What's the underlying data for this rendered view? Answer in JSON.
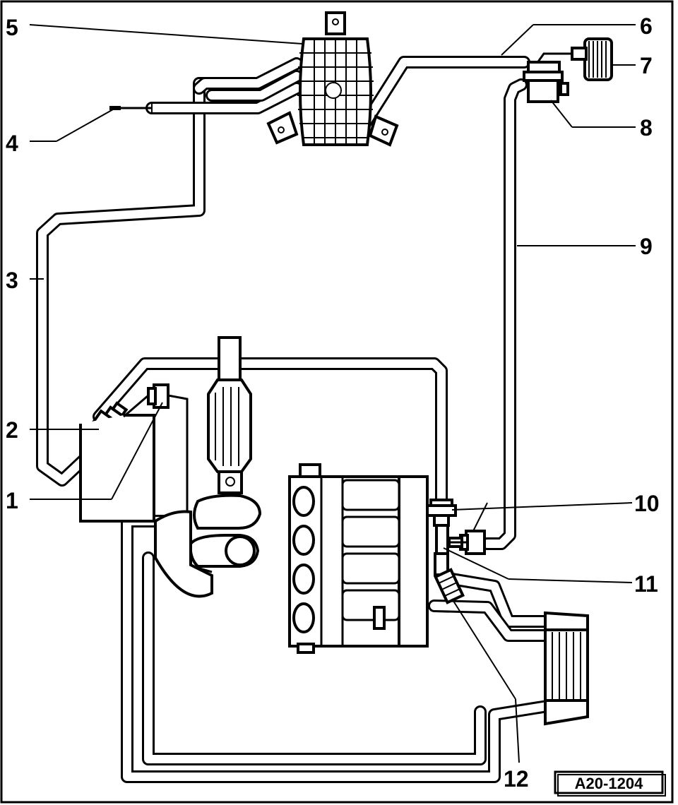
{
  "diagram": {
    "callouts": {
      "c1": "1",
      "c2": "2",
      "c3": "3",
      "c4": "4",
      "c5": "5",
      "c6": "6",
      "c7": "7",
      "c8": "8",
      "c9": "9",
      "c10": "10",
      "c11": "11",
      "c12": "12"
    },
    "reference_code": "A20-1204"
  }
}
